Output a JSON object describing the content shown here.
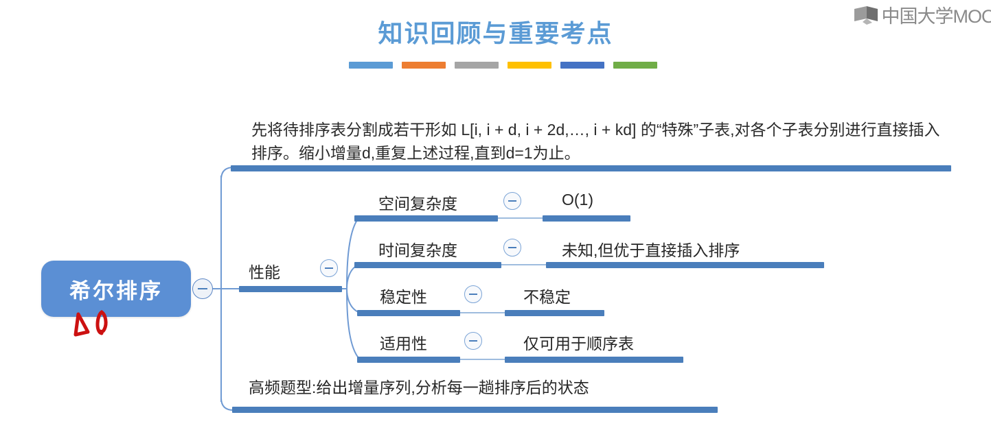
{
  "header": {
    "title": "知识回顾与重要考点",
    "accent_colors": [
      "#5b9bd5",
      "#ed7d31",
      "#a5a5a5",
      "#ffc000",
      "#4472c4",
      "#70ad47"
    ],
    "logo_text": "中国大学MOO",
    "logo_icon": "mooc-book-logo"
  },
  "intro": {
    "paragraph": "先将待排序表分割成若干形如 L[i, i + d, i + 2d,…, i + kd] 的“特殊”子表,对各个子表分别进行直接插入排序。缩小增量d,重复上述过程,直到d=1为止。"
  },
  "mindmap": {
    "root": {
      "label": "希尔排序",
      "fill": "#5b8fd4",
      "text_color": "#ffffff"
    },
    "branch_color": "#4a7ebb",
    "top_branch": {
      "label": "",
      "note": "top connector bar leading to intro paragraph"
    },
    "performance": {
      "label": "性能",
      "children": [
        {
          "label": "空间复杂度",
          "value": "O(1)"
        },
        {
          "label": "时间复杂度",
          "value": "未知,但优于直接插入排序"
        },
        {
          "label": "稳定性",
          "value": "不稳定"
        },
        {
          "label": "适用性",
          "value": "仅可用于顺序表"
        }
      ]
    },
    "bottom_branch": {
      "label": "高频题型:给出增量序列,分析每一趟排序后的状态"
    },
    "annotation": {
      "type": "red-handwritten-marks",
      "color": "#cc1111",
      "count": 2
    }
  }
}
